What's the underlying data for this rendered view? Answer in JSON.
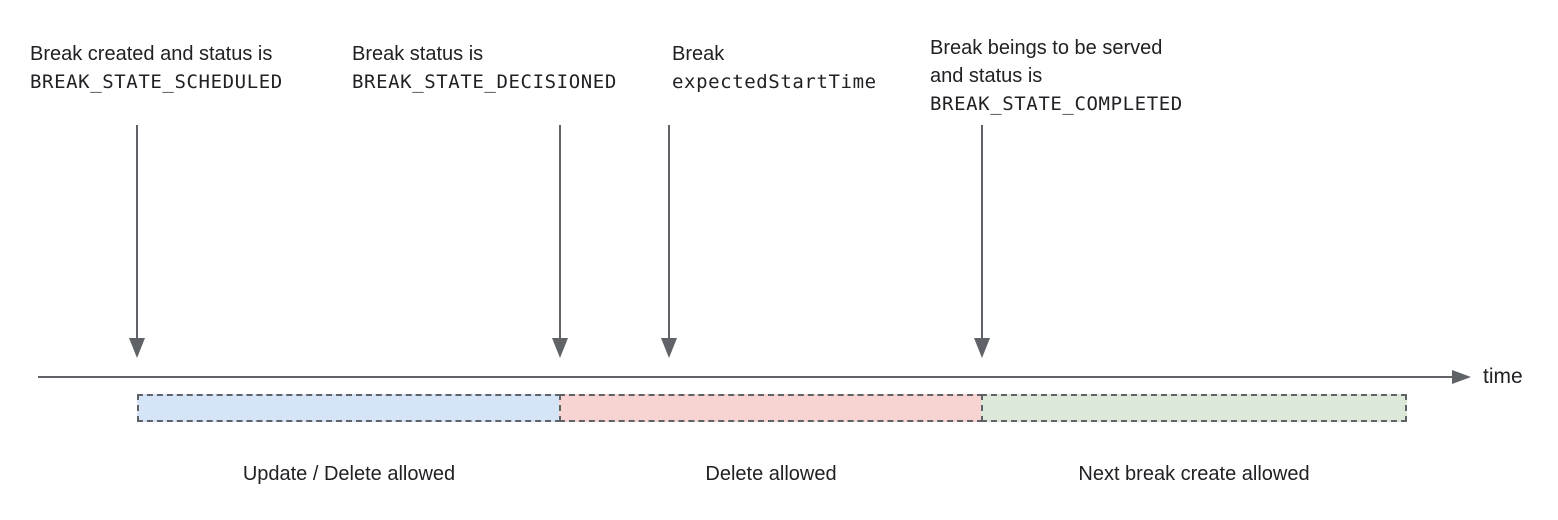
{
  "annotations": {
    "scheduled": {
      "line1": "Break created and status is",
      "code": "BREAK_STATE_SCHEDULED"
    },
    "decisioned": {
      "line1": "Break status is",
      "code": "BREAK_STATE_DECISIONED"
    },
    "expected_start": {
      "line1": "Break",
      "code": "expectedStartTime"
    },
    "completed": {
      "line1": "Break beings to be served",
      "line2": "and status is",
      "code": "BREAK_STATE_COMPLETED"
    }
  },
  "timeline": {
    "axis_label": "time",
    "line_color": "#5f6368"
  },
  "segments": [
    {
      "id": "update-delete",
      "label": "Update / Delete allowed",
      "fill": "#d5e4f6"
    },
    {
      "id": "delete",
      "label": "Delete allowed",
      "fill": "#f7d4d2"
    },
    {
      "id": "next-create",
      "label": "Next break create allowed",
      "fill": "#dce9d8"
    }
  ],
  "colors": {
    "text": "#202124",
    "arrow": "#5f6368"
  }
}
